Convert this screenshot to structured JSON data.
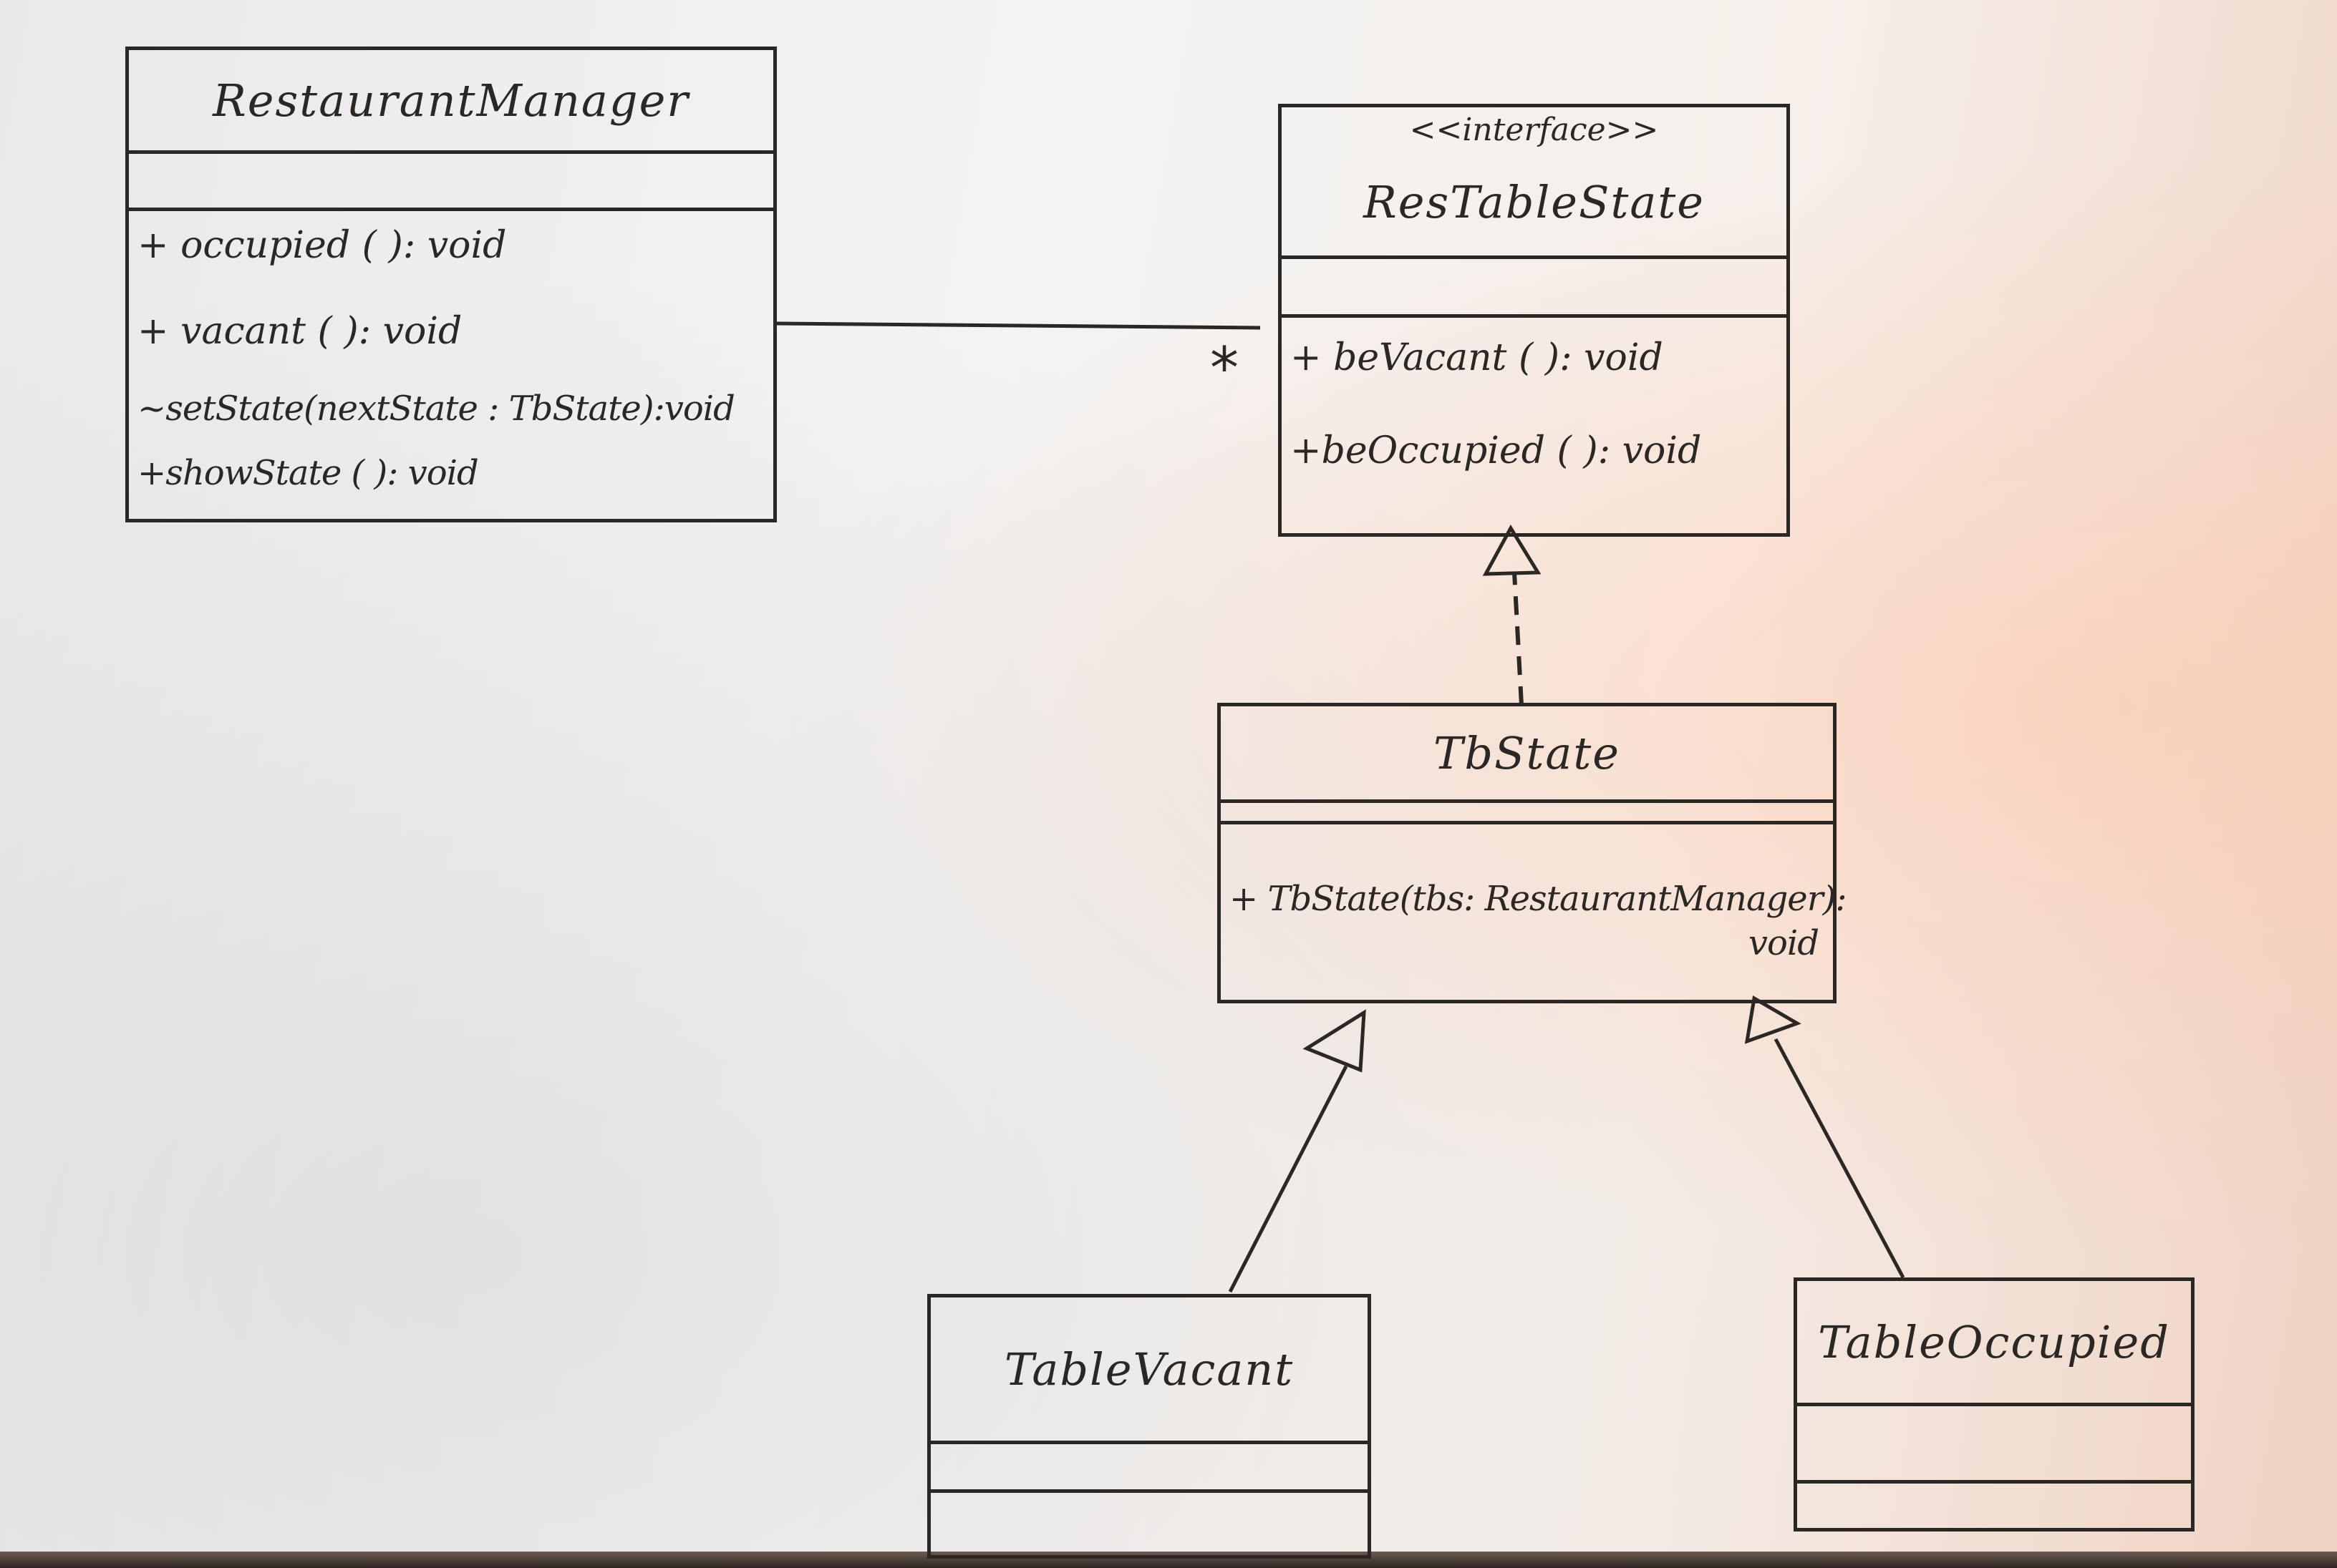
{
  "diagram": {
    "classes": [
      {
        "id": "restaurant-manager",
        "name": "RestaurantManager",
        "attributes": [],
        "operations": [
          "+ occupied ( ): void",
          "+ vacant ( ): void",
          "~setState(nextState : TbState):void",
          "+showState ( ): void"
        ]
      },
      {
        "id": "res-table-state",
        "stereotype": "<<interface>>",
        "name": "ResTableState",
        "attributes": [],
        "operations": [
          "+ beVacant ( ): void",
          "+beOccupied ( ): void"
        ]
      },
      {
        "id": "tb-state",
        "name": "TbState",
        "attributes": [],
        "operations": [
          "+ TbState(tbs: RestaurantManager):",
          "void"
        ]
      },
      {
        "id": "table-vacant",
        "name": "TableVacant",
        "attributes": [],
        "operations": []
      },
      {
        "id": "table-occupied",
        "name": "TableOccupied",
        "attributes": [],
        "operations": []
      }
    ],
    "relationships": [
      {
        "type": "association",
        "from": "RestaurantManager",
        "to": "ResTableState",
        "multiplicity": "*"
      },
      {
        "type": "realization",
        "from": "TbState",
        "to": "ResTableState"
      },
      {
        "type": "generalization",
        "from": "TableVacant",
        "to": "TbState"
      },
      {
        "type": "generalization",
        "from": "TableOccupied",
        "to": "TbState"
      }
    ],
    "colors": {
      "ink": "#2a2725",
      "paper": "#efefef"
    }
  }
}
